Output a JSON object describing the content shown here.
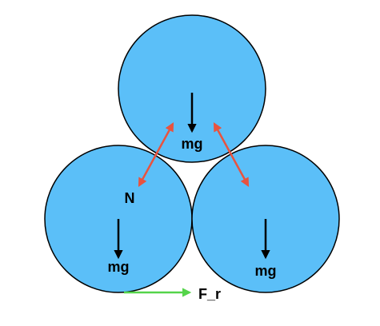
{
  "diagram": {
    "colors": {
      "ball_fill": "#5bbff8",
      "ball_stroke": "#000000",
      "normal_force": "#e8533f",
      "gravity": "#000000",
      "friction": "#55d44a"
    },
    "balls": [
      {
        "name": "top-ball",
        "weight_label": "mg"
      },
      {
        "name": "bottom-left-ball",
        "weight_label": "mg"
      },
      {
        "name": "bottom-right-ball",
        "weight_label": "mg"
      }
    ],
    "normal_label": "N",
    "friction_label": "F_r"
  }
}
